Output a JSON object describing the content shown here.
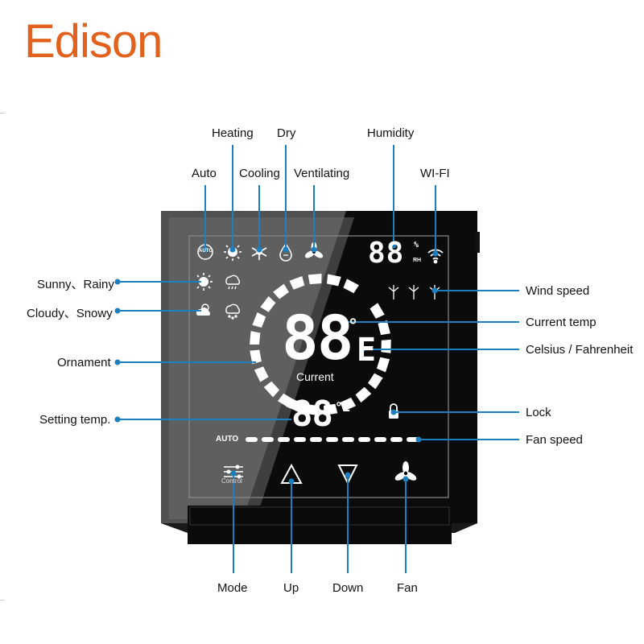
{
  "brand": {
    "name": "Edison",
    "color": "#e2611c"
  },
  "colors": {
    "callout": "#1c7fc0",
    "panel": "#0d0d0d",
    "segment": "#ffffff"
  },
  "callouts": {
    "heating": "Heating",
    "dry": "Dry",
    "humidity": "Humidity",
    "auto": "Auto",
    "cooling": "Cooling",
    "ventilating": "Ventilating",
    "wifi": "WI-FI",
    "sunny_rainy": "Sunny、Rainy",
    "cloudy_snowy": "Cloudy、Snowy",
    "ornament": "Ornament",
    "setting_temp": "Setting temp.",
    "wind_speed": "Wind speed",
    "current_temp": "Current temp",
    "celsius_fahrenheit": "Celsius / Fahrenheit",
    "lock": "Lock",
    "fan_speed": "Fan speed",
    "mode": "Mode",
    "up": "Up",
    "down": "Down",
    "fan": "Fan"
  },
  "display": {
    "auto_badge": "AUTO",
    "humidity_digits": "88",
    "humidity_percent": "%",
    "humidity_rh": "RH",
    "current_digits": "88",
    "current_unit_deg": "°",
    "current_unit_letter": "E",
    "current_label": "Current",
    "setting_digits": "88",
    "setting_unit": "°E",
    "fan_auto": "AUTO",
    "control_label": "Control"
  },
  "icons": {
    "auto": "auto-mode-icon",
    "heating": "sun-icon",
    "cooling": "snowflake-icon",
    "dry": "droplet-icon",
    "ventilating": "fan-icon",
    "wifi": "wifi-icon",
    "sunny": "sunny-icon",
    "rainy": "rainy-icon",
    "cloudy": "cloudy-icon",
    "snowy": "snowy-icon",
    "wind": "wind-turbine-icon",
    "lock": "lock-icon",
    "mode": "sliders-icon",
    "up": "up-triangle-icon",
    "down": "down-triangle-icon",
    "fan": "fan-icon"
  }
}
